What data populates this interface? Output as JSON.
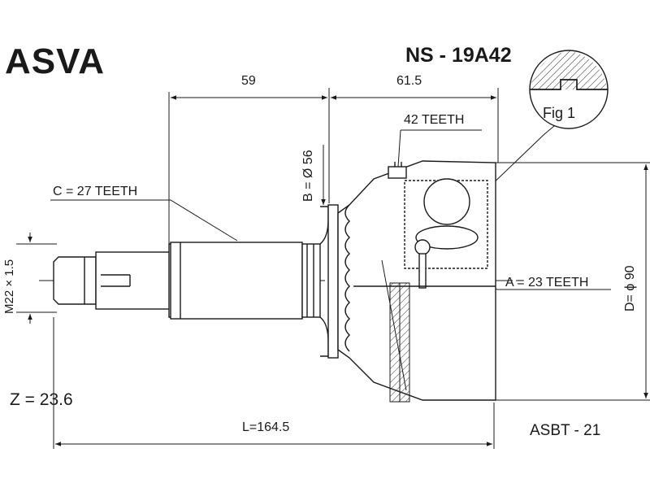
{
  "brand": "ASVA",
  "part_number": "NS - 19A42",
  "figure_label": "Fig 1",
  "dimensions": {
    "d1": "59",
    "d2": "61.5",
    "b": "B = Ø 56",
    "d": "D= ϕ 90",
    "m": "M22 × 1.5",
    "l": "L=164.5"
  },
  "teeth": {
    "outer": "42 TEETH",
    "c": "C = 27 TEETH",
    "a": "A = 23 TEETH"
  },
  "z_value": "Z = 23.6",
  "reference": "ASBT - 21"
}
